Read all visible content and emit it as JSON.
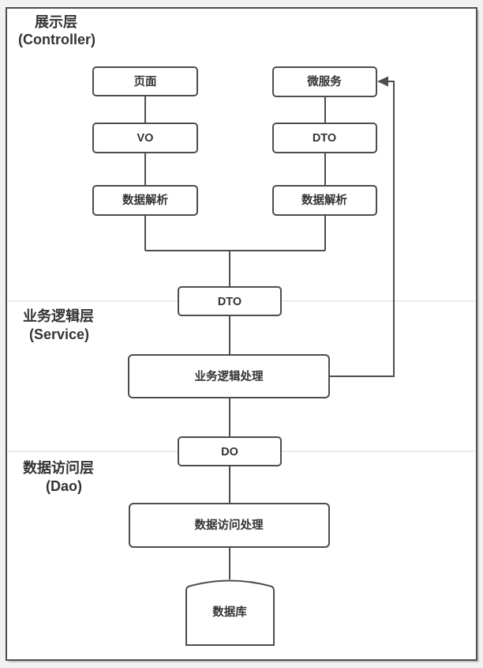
{
  "diagram": {
    "layers": [
      {
        "title": "展示层",
        "subtitle": "(Controller)"
      },
      {
        "title": "业务逻辑层",
        "subtitle": "(Service)"
      },
      {
        "title": "数据访问层",
        "subtitle": "(Dao)"
      }
    ],
    "nodes": {
      "page": "页面",
      "vo": "VO",
      "parse_left": "数据解析",
      "microservice": "微服务",
      "dto_right": "DTO",
      "parse_right": "数据解析",
      "dto_center": "DTO",
      "service_logic": "业务逻辑处理",
      "data_object": "DO",
      "dao_logic": "数据访问处理",
      "database": "数据库"
    },
    "colors": {
      "background": "#f1f1f1",
      "frame_fill": "#ffffff",
      "stroke": "#4d4d4d",
      "divider": "#d9d9d9",
      "text": "#333333"
    }
  }
}
